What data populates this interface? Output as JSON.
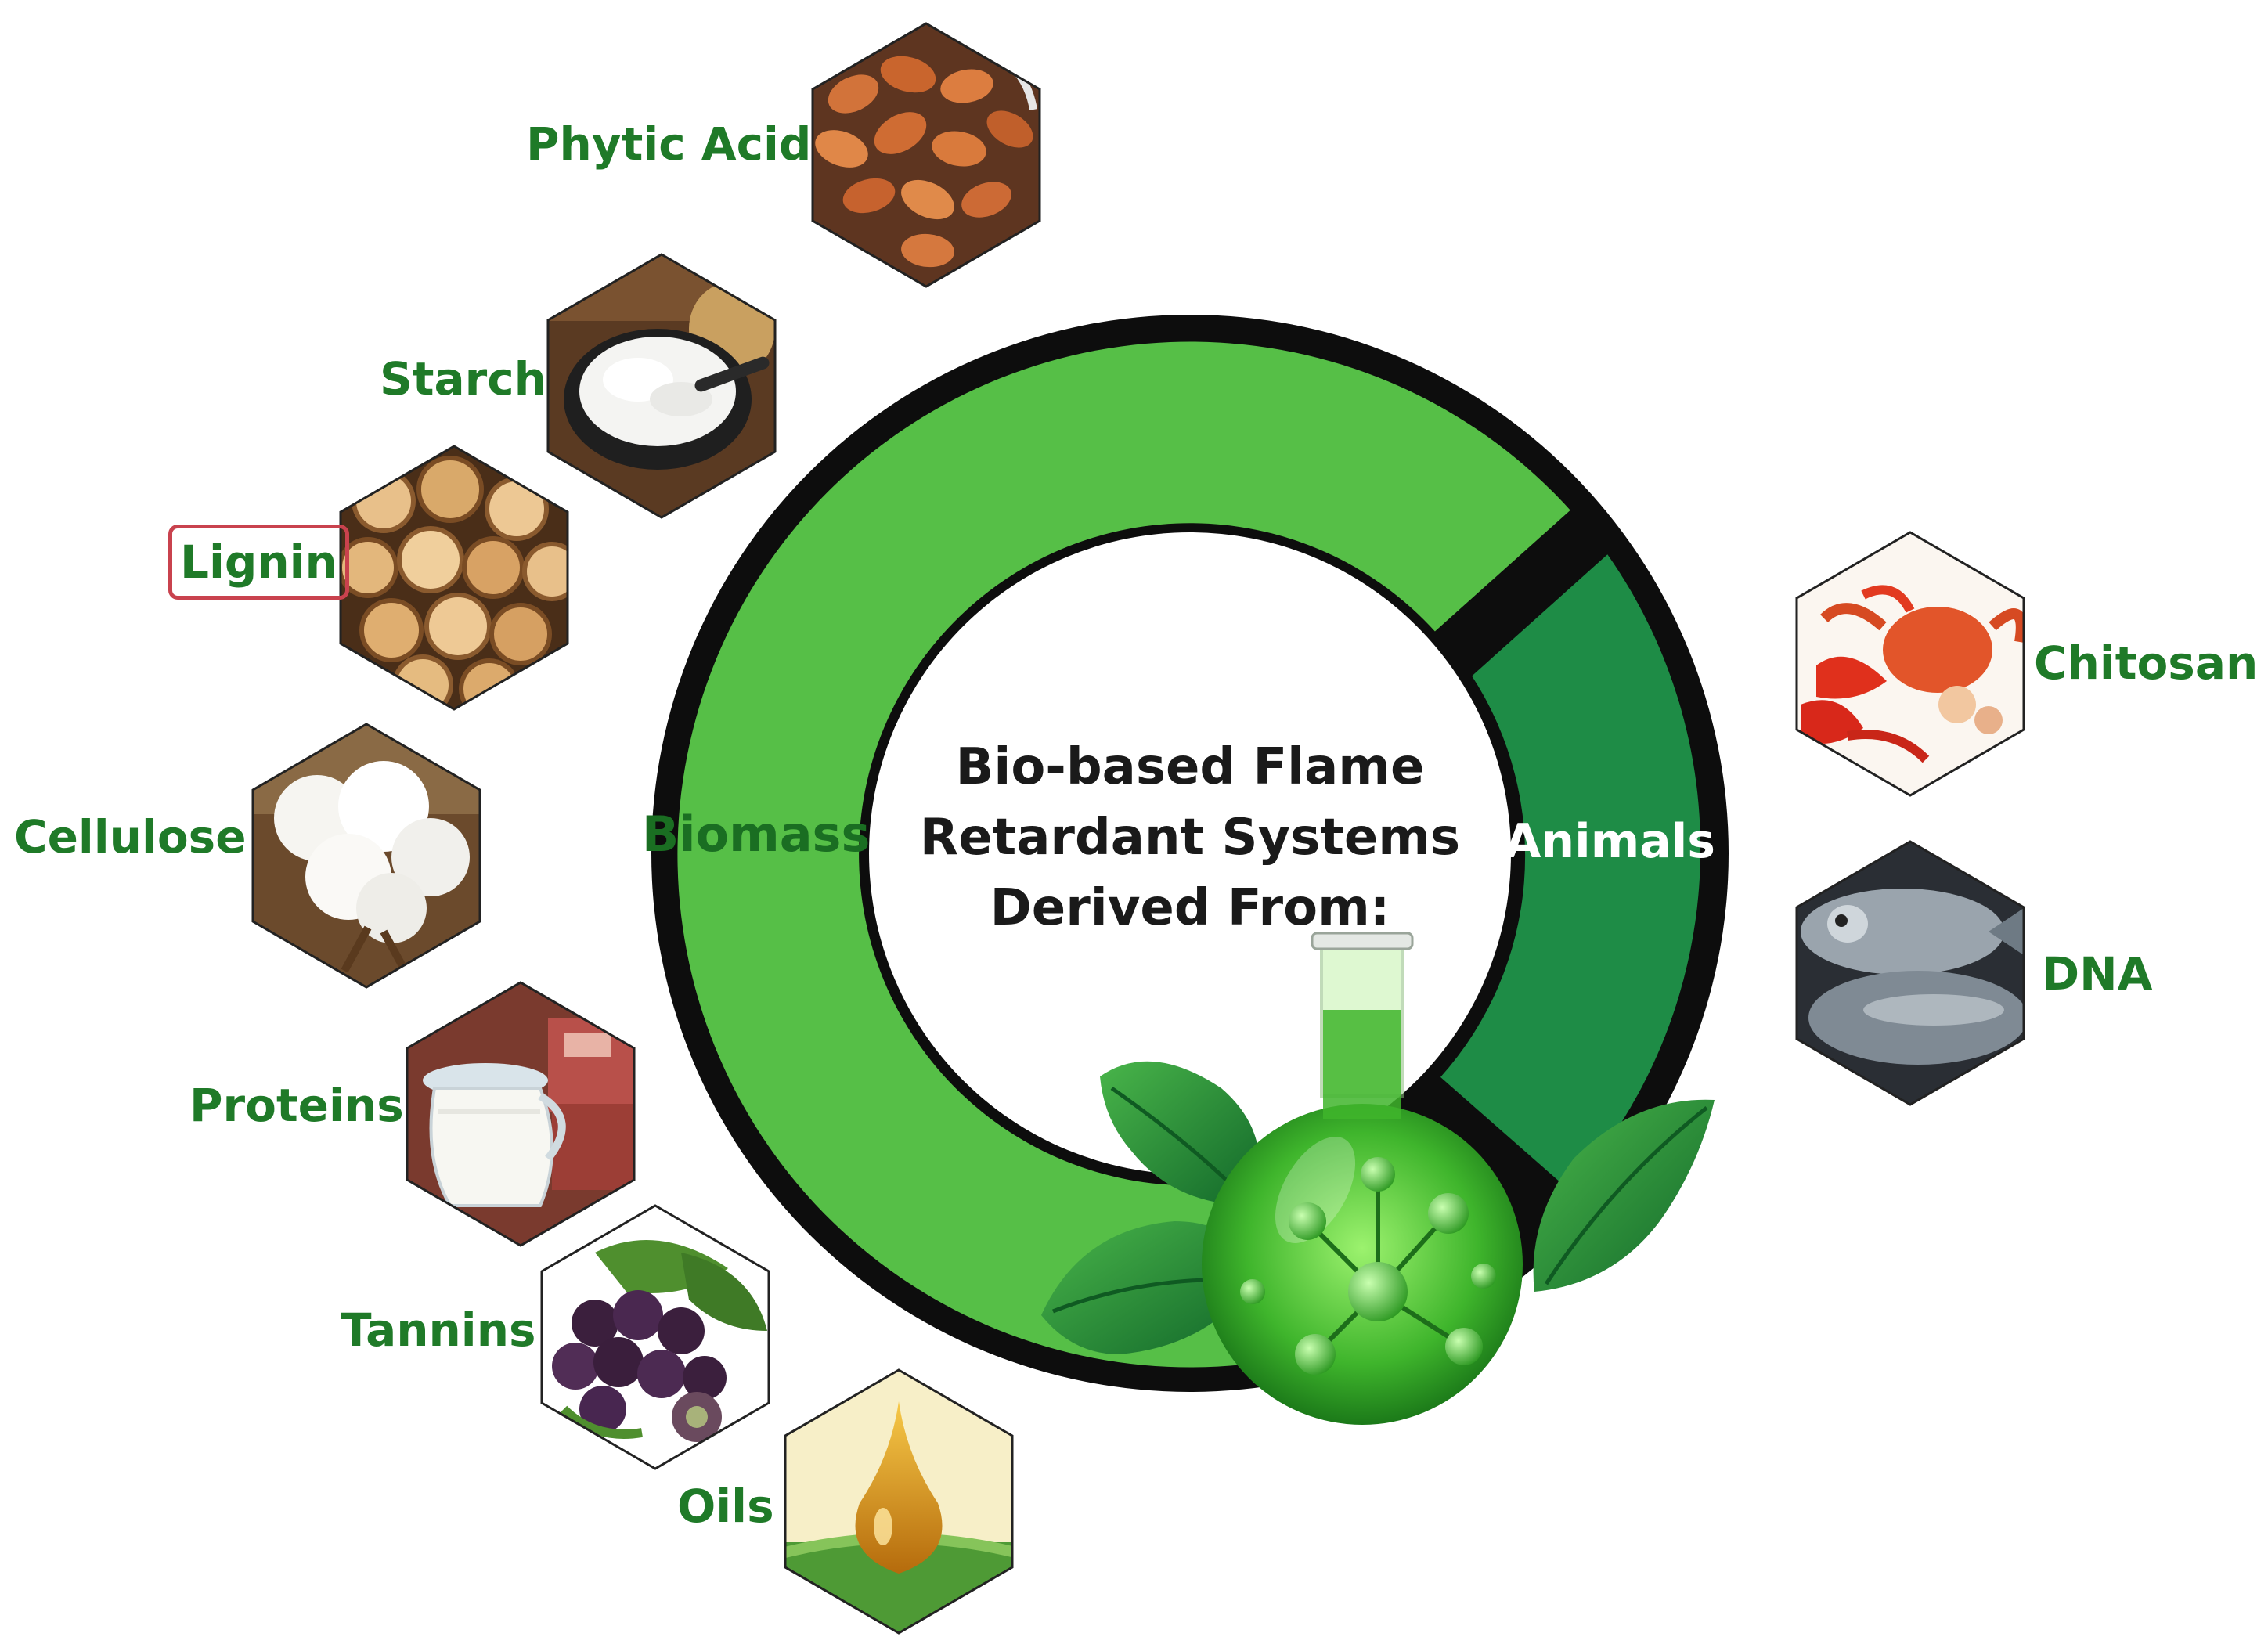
{
  "center_title": [
    "Bio-based Flame",
    "Retardant Systems",
    "Derived From:"
  ],
  "ring": {
    "biomass_label": "Biomass",
    "animals_label": "Animals",
    "biomass_color": "#56bf47",
    "animals_color": "#1e8c46",
    "outline_color": "#0d0d0d"
  },
  "sources": {
    "phytic_acid": {
      "label": "Phytic Acid",
      "icon": "almonds-photo"
    },
    "starch": {
      "label": "Starch",
      "icon": "starch-bowl-photo"
    },
    "lignin": {
      "label": "Lignin",
      "icon": "wood-logs-photo"
    },
    "cellulose": {
      "label": "Cellulose",
      "icon": "cotton-photo"
    },
    "proteins": {
      "label": "Proteins",
      "icon": "milk-meat-photo"
    },
    "tannins": {
      "label": "Tannins",
      "icon": "grapes-photo"
    },
    "oils": {
      "label": "Oils",
      "icon": "oil-drop-photo"
    },
    "chitosan": {
      "label": "Chitosan",
      "icon": "crab-shrimp-photo"
    },
    "dna": {
      "label": "DNA",
      "icon": "fish-photo"
    }
  },
  "label_color": "#1f7a28",
  "highlight_color": "#c9424e"
}
